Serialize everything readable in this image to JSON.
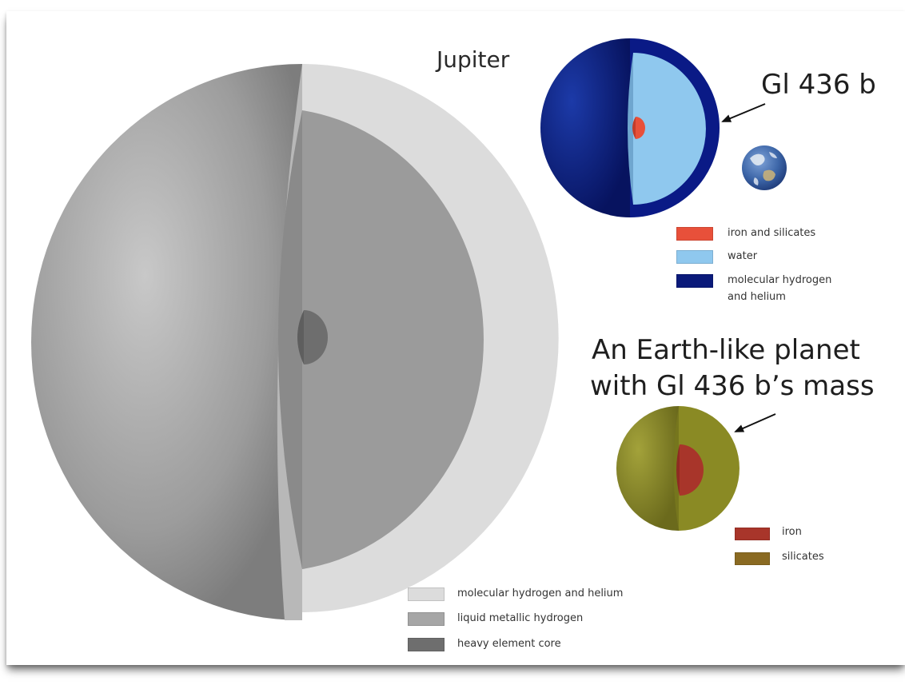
{
  "jupiter": {
    "title": "Jupiter",
    "legend": [
      {
        "label": "molecular hydrogen and helium",
        "color": "#dcdcdc"
      },
      {
        "label": "liquid metallic hydrogen",
        "color": "#a6a6a6"
      },
      {
        "label": "heavy element core",
        "color": "#6e6e6e"
      }
    ]
  },
  "gl436b": {
    "title": "Gl 436 b",
    "legend": [
      {
        "label": "iron and silicates",
        "color": "#e8503a"
      },
      {
        "label": "water",
        "color": "#8fc8ee"
      },
      {
        "label": "molecular hydrogen",
        "color": "#0a1a7a"
      },
      {
        "label": "and helium",
        "color": ""
      }
    ]
  },
  "earth_like": {
    "title_line1": "An Earth-like planet",
    "title_line2": "with Gl 436 b’s mass",
    "legend": [
      {
        "label": "iron",
        "color": "#a8352a"
      },
      {
        "label": "silicates",
        "color": "#8a6a22"
      }
    ]
  }
}
